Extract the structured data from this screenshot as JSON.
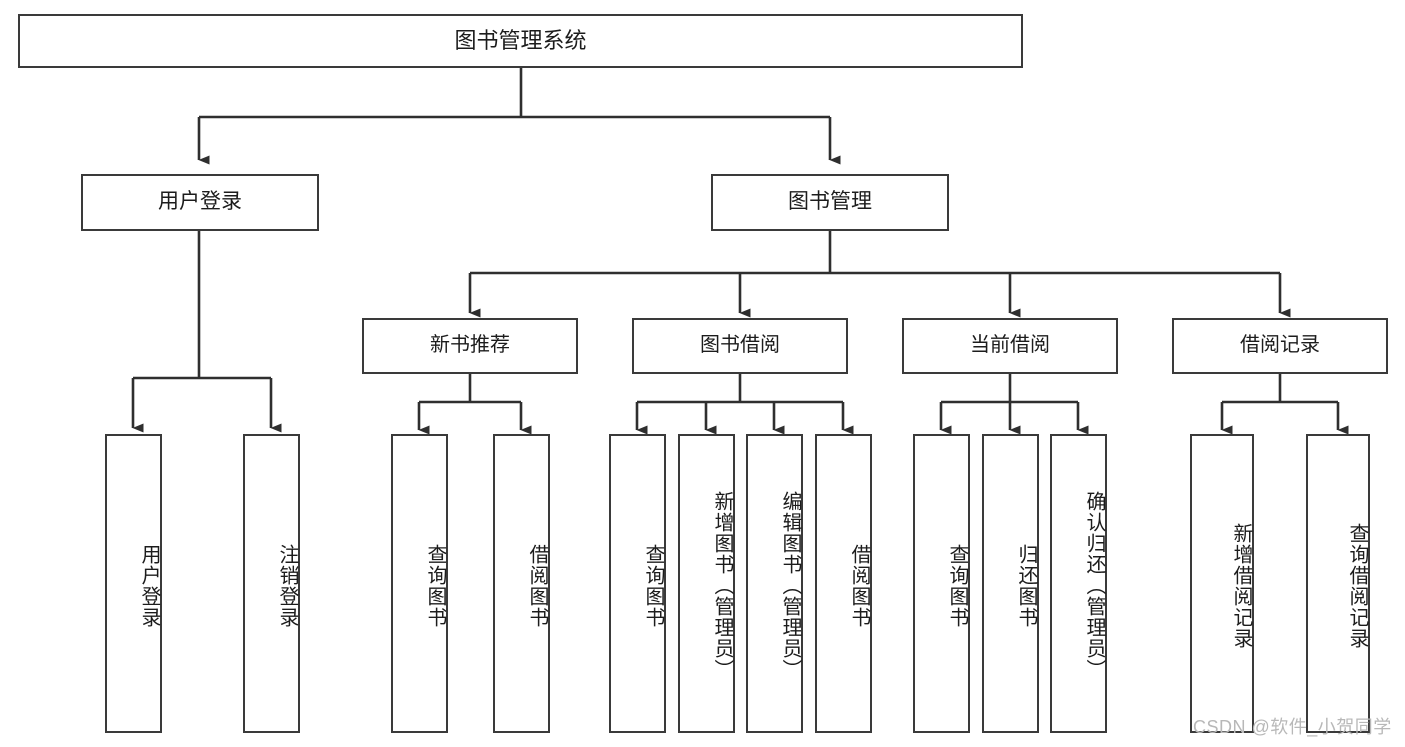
{
  "diagram": {
    "title": "图书管理系统",
    "type": "tree-hierarchy-diagram",
    "watermark": "CSDN @软件_小贺同学",
    "colors": {
      "border": "#3a3a3a",
      "text": "#1c1c1c",
      "background": "#ffffff",
      "connector": "#2f2f2f",
      "watermark": "#b8b8b8"
    },
    "root": {
      "label": "图书管理系统"
    },
    "level1": [
      {
        "label": "用户登录"
      },
      {
        "label": "图书管理"
      }
    ],
    "level2": [
      {
        "label": "新书推荐"
      },
      {
        "label": "图书借阅"
      },
      {
        "label": "当前借阅"
      },
      {
        "label": "借阅记录"
      }
    ],
    "leaves": {
      "user_login": [
        {
          "label": "用户登录"
        },
        {
          "label": "注销登录"
        }
      ],
      "new_book_recommend": [
        {
          "label": "查询图书"
        },
        {
          "label": "借阅图书"
        }
      ],
      "book_borrow": [
        {
          "label": "查询图书"
        },
        {
          "label": "新增图书（管理员）"
        },
        {
          "label": "编辑图书（管理员）"
        },
        {
          "label": "借阅图书"
        }
      ],
      "current_borrow": [
        {
          "label": "查询图书"
        },
        {
          "label": "归还图书"
        },
        {
          "label": "确认归还（管理员）"
        }
      ],
      "borrow_record": [
        {
          "label": "新增借阅记录"
        },
        {
          "label": "查询借阅记录"
        }
      ]
    }
  }
}
